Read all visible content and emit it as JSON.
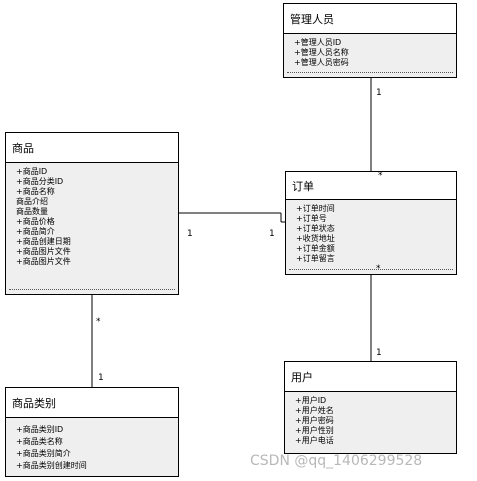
{
  "classes": {
    "admin": {
      "title": "管理人员",
      "attrs": [
        "+管理人员ID",
        "+管理人员名称",
        "+管理人员密码"
      ]
    },
    "product": {
      "title": "商品",
      "attrs": [
        "+商品ID",
        "+商品分类ID",
        "+商品名称",
        "商品介绍",
        "商品数量",
        "+商品价格",
        "+商品简介",
        "+商品创建日期",
        "+商品图片文件",
        "+商品图片文件"
      ]
    },
    "order": {
      "title": "订单",
      "attrs": [
        "+订单时间",
        "+订单号",
        "+订单状态",
        "+收货地址",
        "+订单金额",
        "+订单留言"
      ]
    },
    "user": {
      "title": "用户",
      "attrs": [
        "+用户ID",
        "+用户姓名",
        "+用户密码",
        "+用户性别",
        "+用户电话"
      ]
    },
    "category": {
      "title": "商品类别",
      "attrs": [
        "+商品类别ID",
        "+商品类名称",
        "+商品类别简介",
        "+商品类别创建时间"
      ]
    }
  },
  "multiplicities": {
    "admin_end": "1",
    "order_top": "*",
    "product_right": "1",
    "order_left": "1",
    "order_bottom": "*",
    "user_top": "1",
    "product_bottom": "*",
    "category_top": "1"
  },
  "watermark": "CSDN @qq_1406299528"
}
